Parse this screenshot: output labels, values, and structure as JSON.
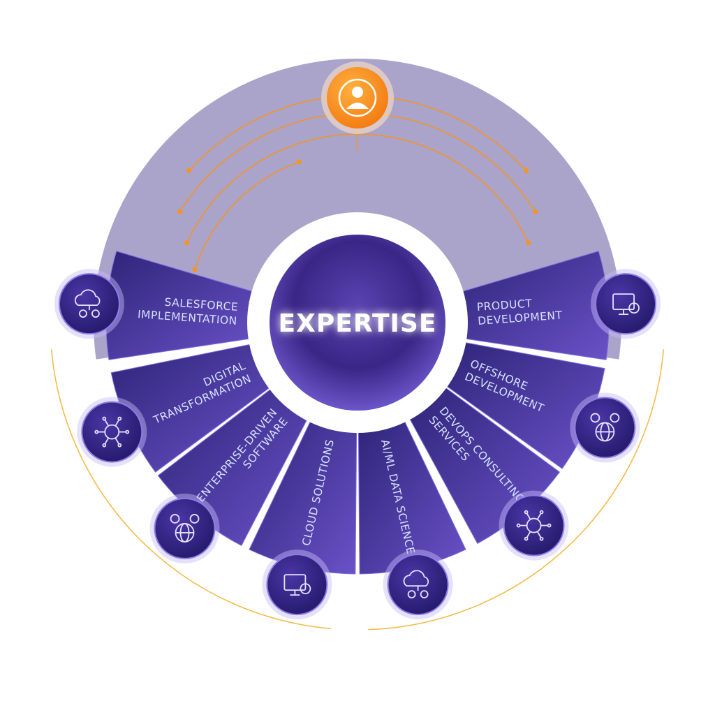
{
  "center": {
    "title": "EXPERTISE"
  },
  "segments": [
    {
      "lines": [
        "PRODUCT",
        "DEVELOPMENT"
      ],
      "icon": "monitor-code-gear-icon",
      "angle": -4
    },
    {
      "lines": [
        "OFFSHORE",
        "DEVELOPMENT"
      ],
      "icon": "globe-people-icon",
      "angle": 23
    },
    {
      "lines": [
        "DEVOPS CONSULTING",
        "SERVICES"
      ],
      "icon": "chat-code-gear-icon",
      "angle": 49
    },
    {
      "lines": [
        "AI/ML DATA SCIENCE"
      ],
      "icon": "brain-network-icon",
      "angle": 77
    },
    {
      "lines": [
        "CLOUD SOLUTIONS"
      ],
      "icon": "cloud-lightbulb-icon",
      "angle": 103
    },
    {
      "lines": [
        "ENTERPRISE-DRIVEN",
        "SOFTWARE"
      ],
      "icon": "monitor-cloud-icon",
      "angle": 130
    },
    {
      "lines": [
        "DIGITAL",
        "TRANSFORMATION"
      ],
      "icon": "gear-globe-icon",
      "angle": 156
    },
    {
      "lines": [
        "SALESFORCE",
        "IMPLEMENTATION"
      ],
      "icon": "cloud-people-icon",
      "angle": 184
    }
  ],
  "colors": {
    "segment_dark": "#2e2478",
    "segment_light": "#6a52c8",
    "ring": "#8e84b8",
    "accent": "#f7941d",
    "center": "#3d2a8c"
  }
}
